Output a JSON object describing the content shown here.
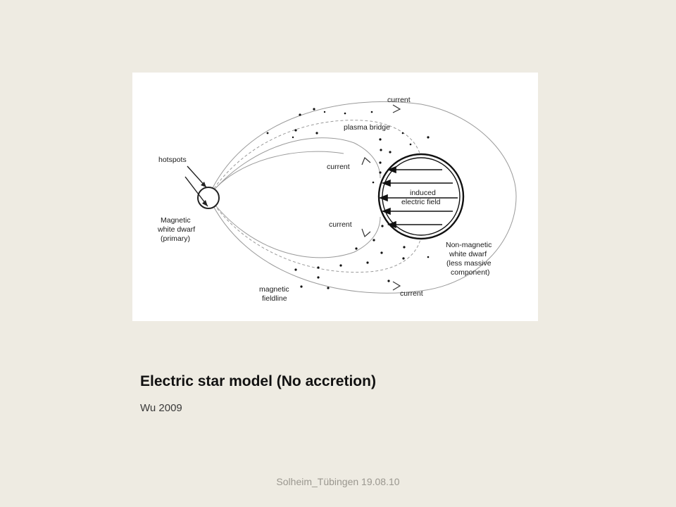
{
  "slide": {
    "title": "Electric star model (No accretion)",
    "subtitle": "Wu 2009",
    "footer": "Solheim_Tübingen 19.08.10"
  },
  "diagram": {
    "labels": {
      "hotspots": "hotspots",
      "primary_line1": "Magnetic",
      "primary_line2": "white dwarf",
      "primary_line3": "(primary)",
      "current_top": "current",
      "plasma_bridge": "plasma bridge",
      "current_inner_top": "current",
      "current_inner_bottom": "current",
      "induced_line1": "induced",
      "induced_line2": "electric field",
      "secondary_line1": "Non-magnetic",
      "secondary_line2": "white dwarf",
      "secondary_line3": "(less massive",
      "secondary_line4": "component)",
      "fieldline_line1": "magnetic",
      "fieldline_line2": "fieldline",
      "current_bottom": "current"
    },
    "colors": {
      "line": "#333333",
      "fieldline": "#9a9a9a",
      "background": "#ffffff"
    }
  }
}
